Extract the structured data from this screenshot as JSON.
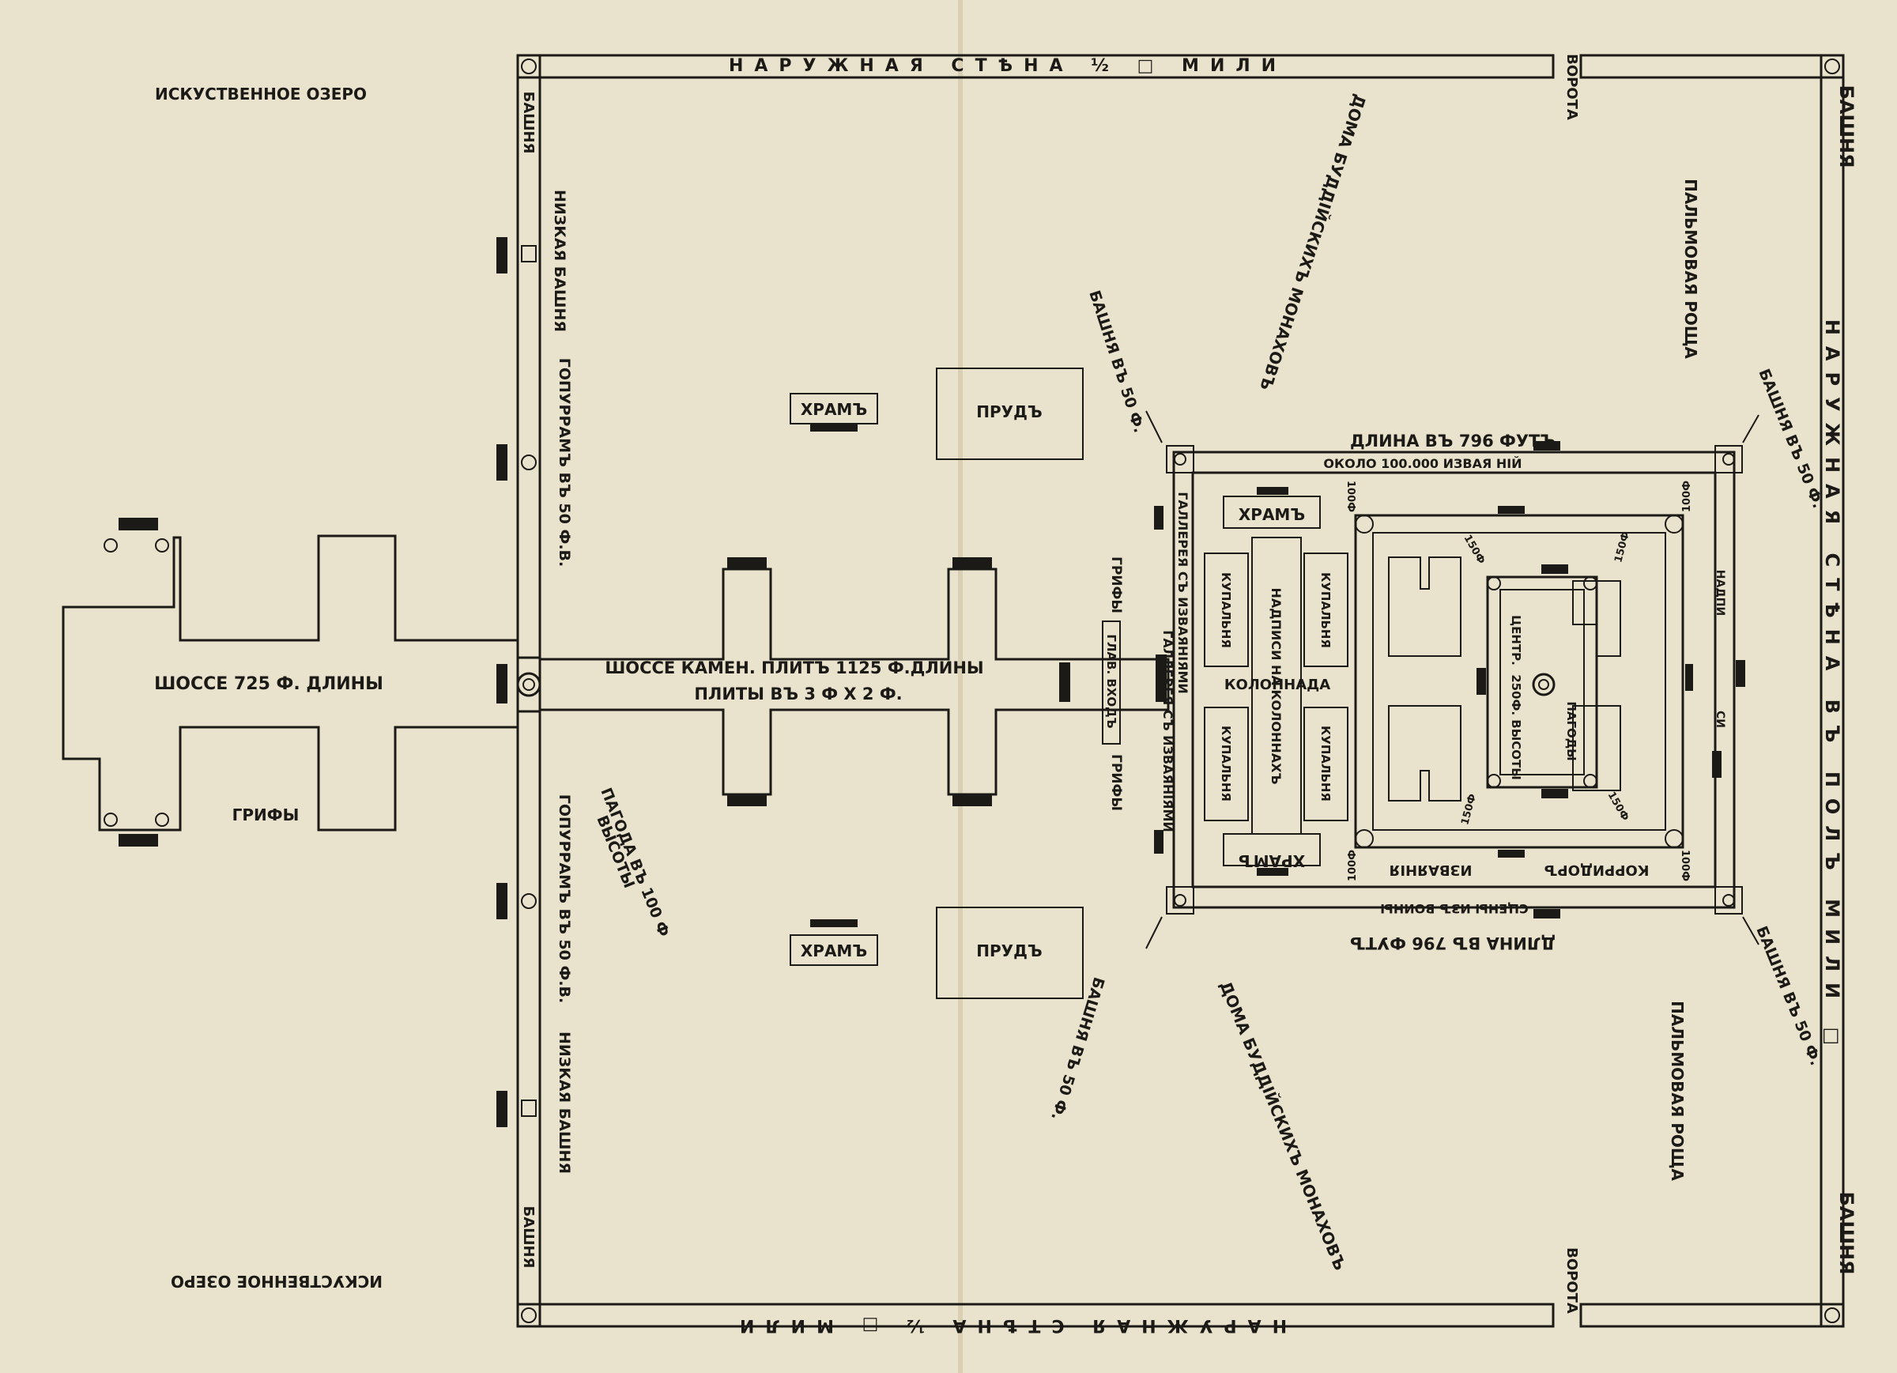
{
  "map": {
    "lake_top": "ИСКУСТВЕННОЕ ОЗЕРО",
    "lake_bottom": "ИСКУСТВЕННОЕ ОЗЕРО",
    "outer_wall_top": "НАРУЖНАЯ СТѢНА ½ □ МИЛИ",
    "outer_wall_bottom": "НАРУЖНАЯ СТѢНА ½ □ МИЛИ",
    "outer_wall_right": "НАРУЖНАЯ СТѢНА ВЪ ПОЛЪ МИЛИ □",
    "gate_top": "ВОРОТА",
    "gate_bottom": "ВОРОТА",
    "tower": "БАШНЯ",
    "low_tower_top": "НИЗКАЯ БАШНЯ",
    "low_tower_bottom": "НИЗКАЯ БАШНЯ",
    "gopuram_top": "ГОПУРРАМЪ ВЪ 50 Ф.В.",
    "gopuram_bottom": "ГОПУРРАМЪ ВЪ 50 Ф.В.",
    "temple": "ХРАМЪ",
    "pond": "ПРУДЪ",
    "causeway": "ШОССЕ 725 Ф. ДЛИНЫ",
    "griffins": "ГРИФЫ",
    "road_line1": "ШОССЕ КАМЕН. ПЛИТЪ 1125 Ф.ДЛИНЫ",
    "road_line2": "ПЛИТЫ ВЪ 3 Ф Х 2 Ф.",
    "pagoda_100": "ПАГОДА ВЪ 100 Ф",
    "pagoda_100_b": "ВЫСОТЫ",
    "monks_houses": "ДОМА БУДДІЙСКИХЪ МОНАХОВЪ",
    "tower_50": "БАШНЯ ВЪ 50 Ф.",
    "tower_50_right": "БАШНЯ ВЪ 50 Ф.",
    "palm_grove": "ПАЛЬМОВАЯ РОЩА",
    "length_top": "ДЛИНА ВЪ 796 ФУТЪ",
    "length_bottom": "ДЛИНА ВЪ 796 ФУТЪ",
    "carvings_top": "ОКОЛО 100.000 ИЗВАЯ НІЙ",
    "carvings_bottom": "СЦЕНЫ ИЗЪ ВОИНЫ",
    "gallery": "ГАЛЛЕРЕЯ СЪ ИЗВАЯНІЯМИ",
    "griffins_entry": "ГРИФЫ",
    "main_entry": "ГЛАВ. ВХОДЪ",
    "baths": "КУПАЛЬНЯ",
    "inscriptions": "НАДПИСИ НА КОЛОННАХЪ",
    "colonnade": "КОЛОННАДА",
    "corridor": "КОРРИДОРЪ",
    "carvings_corr": "ИЗВАЯНІЯ",
    "center": "ЦЕНТР.",
    "pagoda": "ПАГОДЫ",
    "height_250": "250Ф. ВЫСОТЫ",
    "h100": "100Ф",
    "h150": "150Ф",
    "niches_r1": "НАДПИ",
    "niches_r2": "СИ"
  }
}
